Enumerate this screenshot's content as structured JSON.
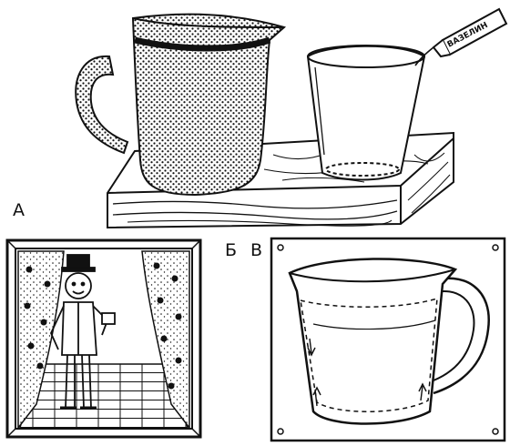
{
  "panels": {
    "a": {
      "label": "А"
    },
    "b": {
      "label": "Б"
    },
    "v": {
      "label": "В"
    }
  },
  "tube": {
    "text": "ВАЗЕЛИН"
  },
  "colors": {
    "ink": "#111111",
    "paper": "#ffffff"
  }
}
